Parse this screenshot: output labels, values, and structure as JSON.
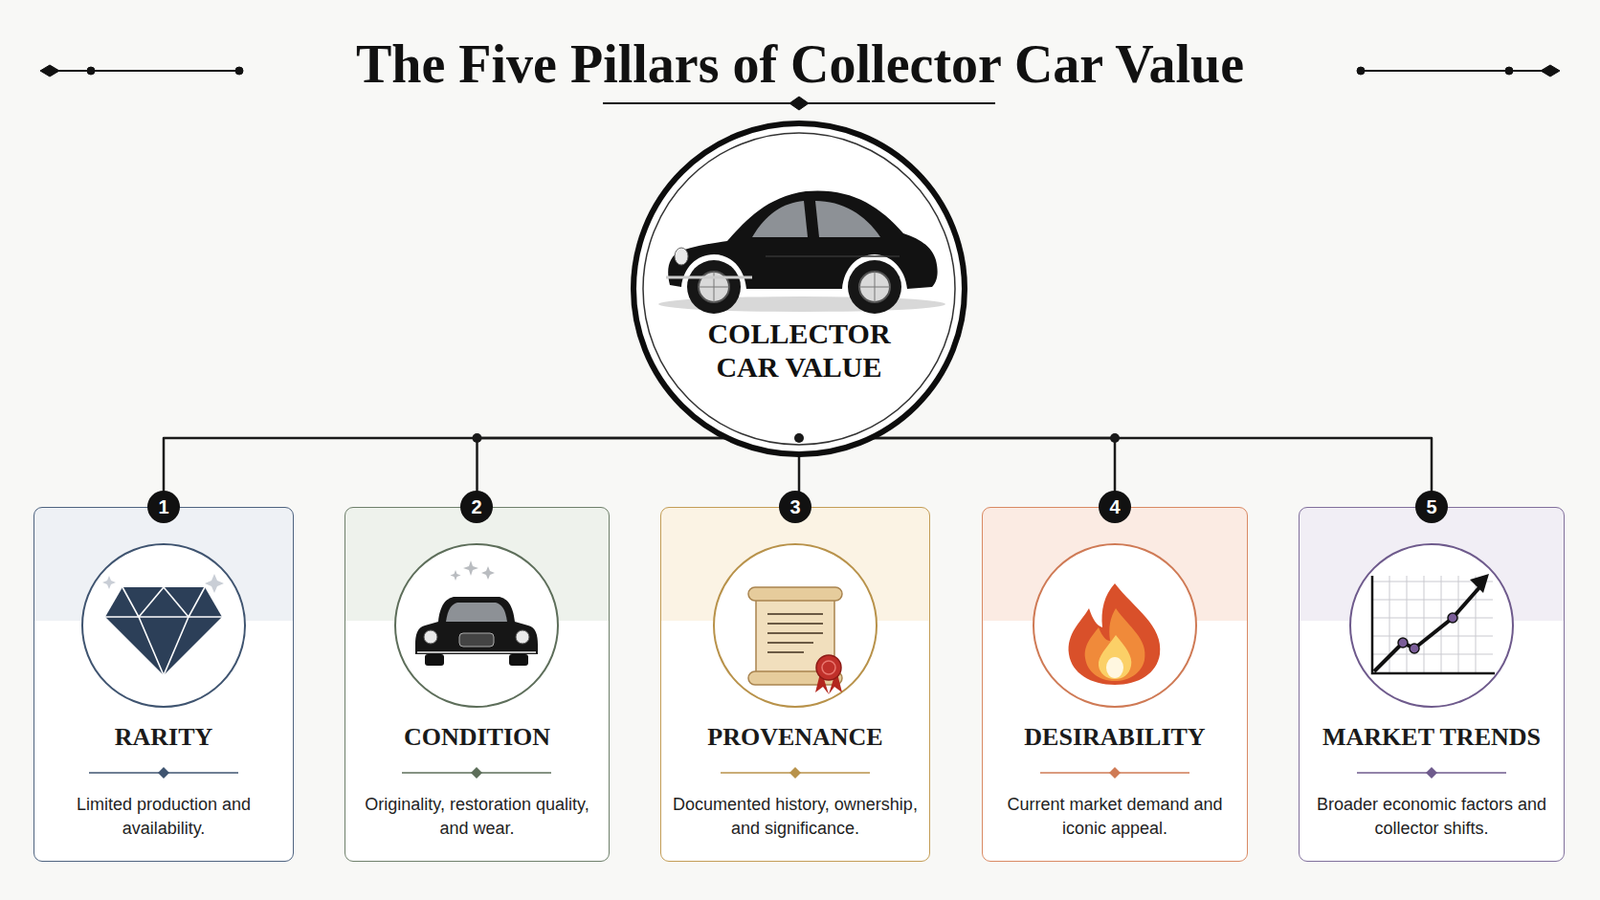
{
  "diagram": {
    "title": "The Five Pillars of Collector Car Value",
    "nodes": [
      {
        "text": [
          "COLLECTOR CAR VALUE"
        ]
      },
      {
        "text": [
          "RARITY",
          "Limited production and availability."
        ]
      },
      {
        "text": [
          "CONDITION",
          "Originality, restoration quality, and wear."
        ]
      },
      {
        "text": [
          "PROVENANCE",
          "Documented history, ownership, and significance."
        ]
      },
      {
        "text": [
          "DESIRABILITY",
          "Current market demand and iconic appeal."
        ]
      },
      {
        "text": [
          "MARKET TRENDS",
          "Broader economic factors and collector shifts."
        ]
      }
    ],
    "edges": [
      {
        "from": 0,
        "to": 1,
        "arrow": "none"
      },
      {
        "from": 0,
        "to": 2,
        "arrow": "none"
      },
      {
        "from": 0,
        "to": 3,
        "arrow": "none"
      },
      {
        "from": 0,
        "to": 4,
        "arrow": "none"
      },
      {
        "from": 0,
        "to": 5,
        "arrow": "none"
      }
    ],
    "labels": [
      "1",
      "2",
      "3",
      "4",
      "5"
    ]
  }
}
